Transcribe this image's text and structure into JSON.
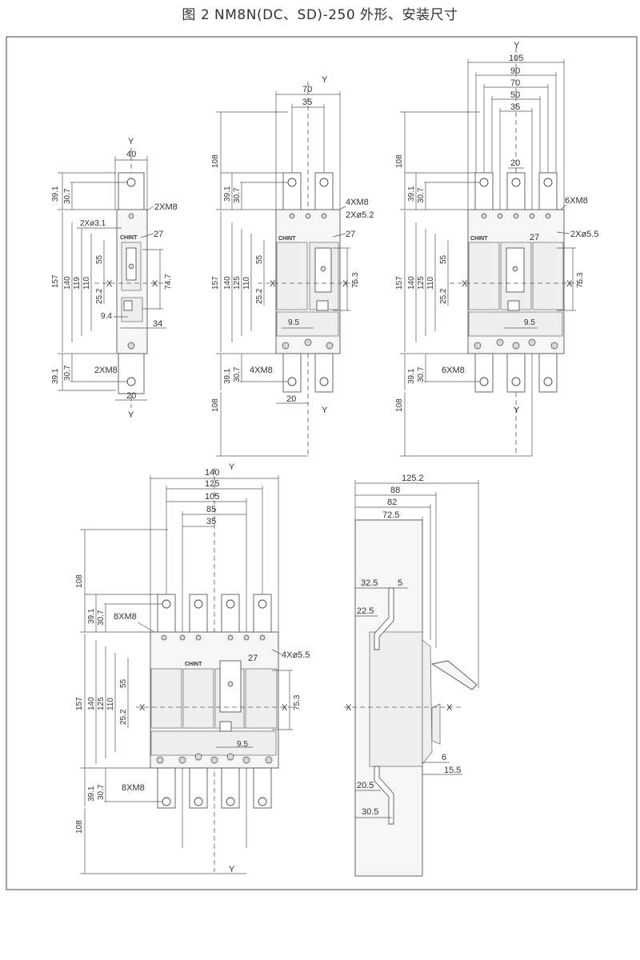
{
  "title": "图 2 NM8N(DC、SD)-250 外形、安装尺寸",
  "brand": "CHINT",
  "axis": {
    "x": "X",
    "y": "Y"
  },
  "views": {
    "one_pole": {
      "width": "40",
      "top": "39.1",
      "top2": "30.7",
      "holes_top": "2XM8",
      "holes_mount": "2Xø3.1",
      "h27": "27",
      "h157": "157",
      "h140": "140",
      "h119": "119",
      "h110": "110",
      "h55": "55",
      "h25": "25.2",
      "h74": "74.7",
      "w9": "9.4",
      "w34": "34",
      "holes_bottom": "2XM8",
      "bot": "39.1",
      "bot2": "30.7",
      "w20": "20"
    },
    "two_pole": {
      "w70": "70",
      "w35": "35",
      "h108t": "108",
      "top": "39.1",
      "top2": "30.7",
      "holes_top": "4XM8",
      "holes_mount": "2Xø5.2",
      "h27": "27",
      "h157": "157",
      "h140": "140",
      "h125": "125",
      "h110": "110",
      "h55": "55",
      "h25": "25.2",
      "h75": "75.3",
      "w9": "9.5",
      "bot": "39.1",
      "bot2": "30.7",
      "holes_bottom": "4XM8",
      "w20": "20",
      "h108b": "108"
    },
    "three_pole": {
      "w105": "105",
      "w90": "90",
      "w70": "70",
      "w50": "50",
      "w35": "35",
      "w20": "20",
      "h108t": "108",
      "top": "39.1",
      "top2": "30.7",
      "holes_top": "6XM8",
      "h27": "27",
      "holes_mount": "2Xø5.5",
      "h157": "157",
      "h140": "140",
      "h125": "125",
      "h110": "110",
      "h55": "55",
      "h25": "25.2",
      "h75": "75.3",
      "w9": "9.5",
      "bot": "39.1",
      "bot2": "30.7",
      "holes_bottom": "6XM8",
      "h108b": "108"
    },
    "four_pole": {
      "w140": "140",
      "w125": "125",
      "w105": "105",
      "w85": "85",
      "w35": "35",
      "h108t": "108",
      "top": "39.1",
      "top2": "30.7",
      "holes_top": "8XM8",
      "h27": "27",
      "holes_mount": "4Xø5.5",
      "h157": "157",
      "h140": "140",
      "h125": "125",
      "h110": "110",
      "h55": "55",
      "h25": "25.2",
      "h75": "75.3",
      "w9": "9.5",
      "bot": "39.1",
      "bot2": "30.7",
      "holes_bottom": "8XM8",
      "h108b": "108"
    },
    "side": {
      "d125": "125.2",
      "d88": "88",
      "d82": "82",
      "d72": "72.5",
      "d32": "32.5",
      "d5": "5",
      "d22": "22.5",
      "d6": "6",
      "d15": "15.5",
      "d20": "20.5",
      "d30": "30.5"
    }
  }
}
